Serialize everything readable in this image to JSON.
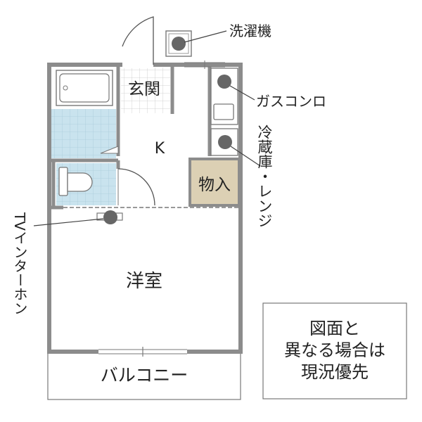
{
  "rooms": {
    "genkan": "玄関",
    "kitchen": "K",
    "storage": "物入",
    "western_room": "洋室",
    "balcony": "バルコニー"
  },
  "callouts": {
    "washer": "洗濯機",
    "gas_stove": "ガスコンロ",
    "fridge_range": "冷蔵庫・レンジ",
    "tv_intercom": "TVインターホン"
  },
  "notice": {
    "line1": "図面と",
    "line2": "異なる場合は",
    "line3": "現況優先"
  },
  "colors": {
    "wall": "#8c8c8c",
    "tile": "#c9e3ee",
    "storage": "#dcd0b4",
    "symbol": "#666666"
  }
}
